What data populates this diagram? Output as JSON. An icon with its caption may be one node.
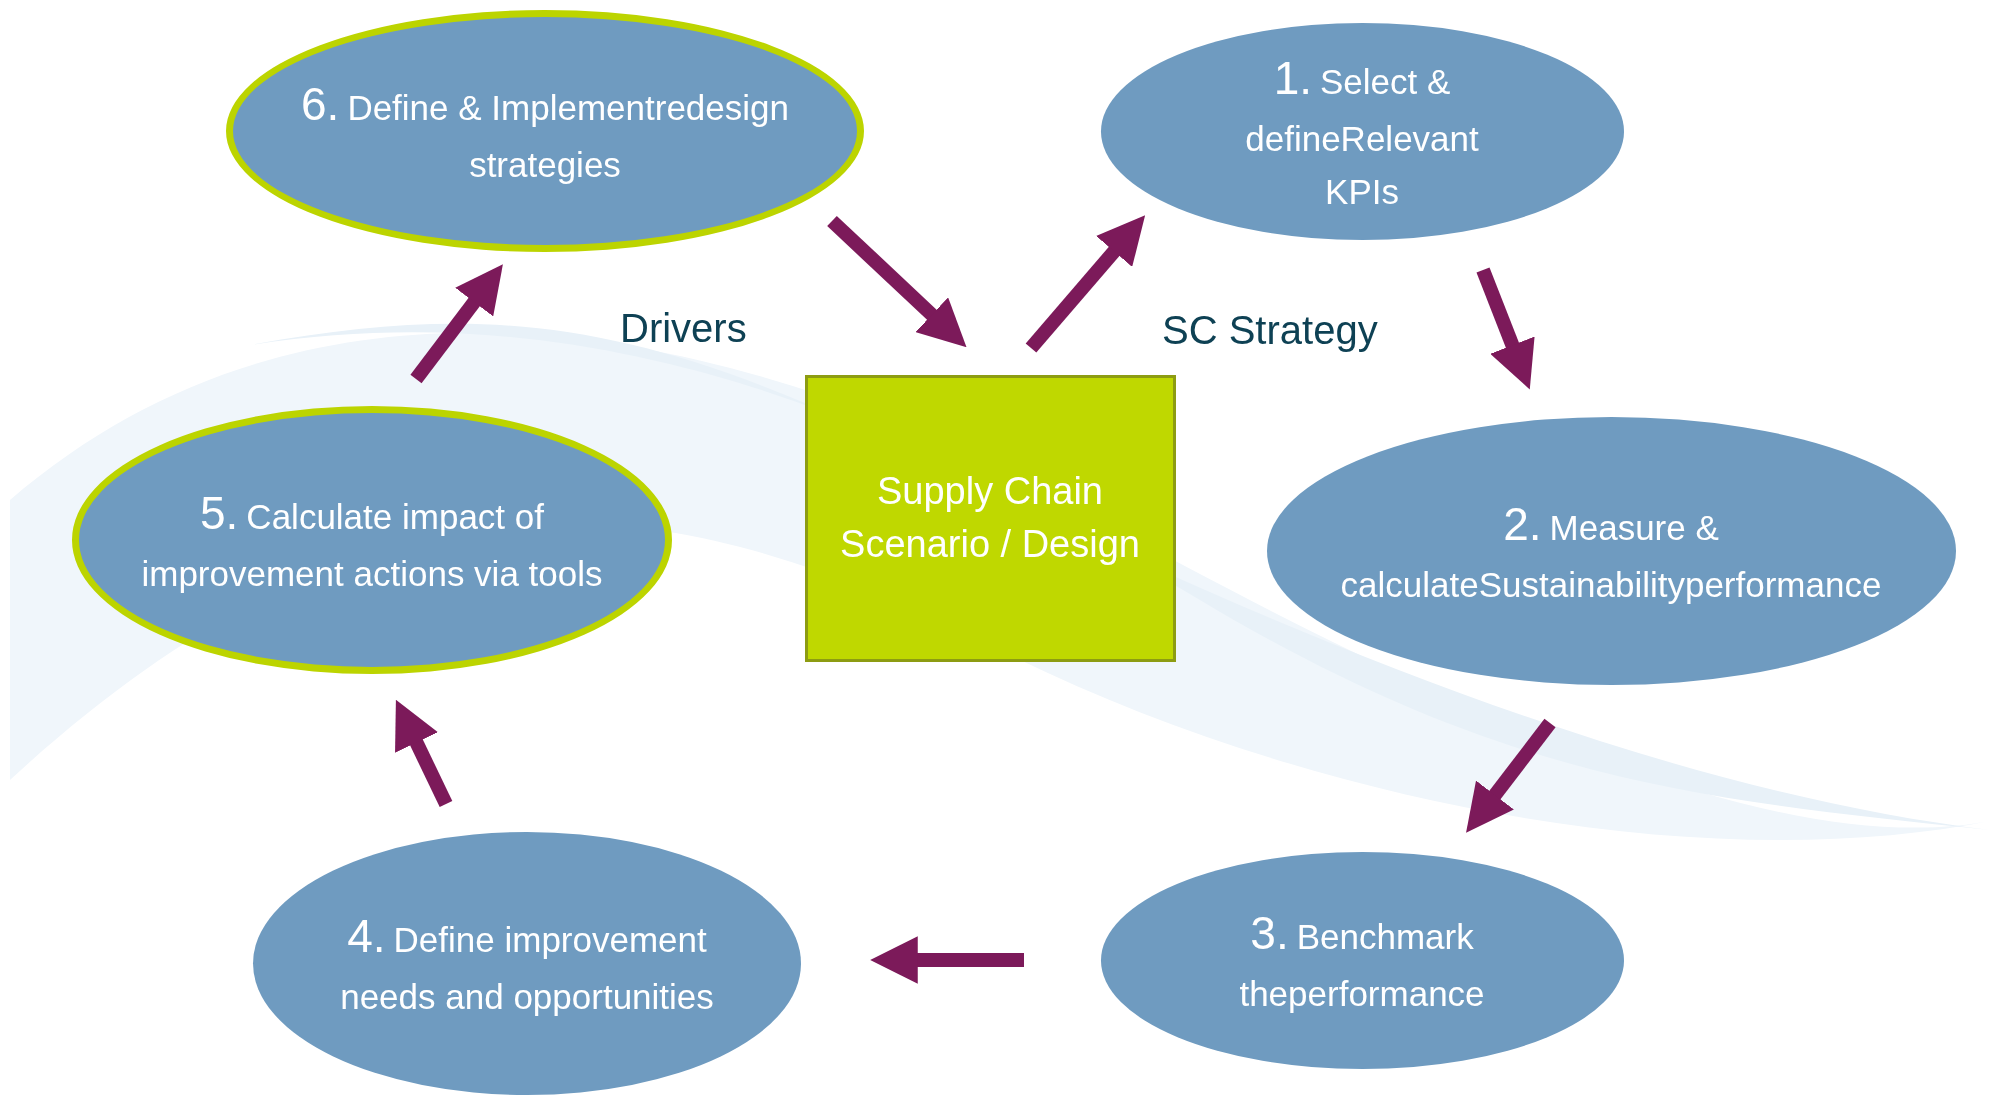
{
  "diagram": {
    "nodes": [
      {
        "text": [
          "1.",
          "Select & defineRelevant KPIs"
        ]
      },
      {
        "text": [
          "2.",
          "Measure & calculateSustainabilityperformance"
        ]
      },
      {
        "text": [
          "3.",
          "Benchmark theperformance"
        ]
      },
      {
        "text": [
          "4.",
          "Define improvement needs and opportunities"
        ]
      },
      {
        "text": [
          "5.",
          "Calculate impact of improvement actions via tools"
        ]
      },
      {
        "text": [
          "6.",
          "Define & Implementredesign strategies"
        ]
      },
      {
        "text": [
          "Supply Chain Scenario / Design"
        ]
      }
    ],
    "edges": [
      {
        "from": 6,
        "to": 0,
        "arrow": "to"
      },
      {
        "from": 0,
        "to": 1,
        "arrow": "to"
      },
      {
        "from": 1,
        "to": 2,
        "arrow": "to"
      },
      {
        "from": 2,
        "to": 3,
        "arrow": "to"
      },
      {
        "from": 3,
        "to": 4,
        "arrow": "to"
      },
      {
        "from": 4,
        "to": 5,
        "arrow": "to"
      },
      {
        "from": 5,
        "to": 6,
        "arrow": "to"
      }
    ],
    "labels": [
      "Drivers",
      "SC Strategy"
    ]
  }
}
